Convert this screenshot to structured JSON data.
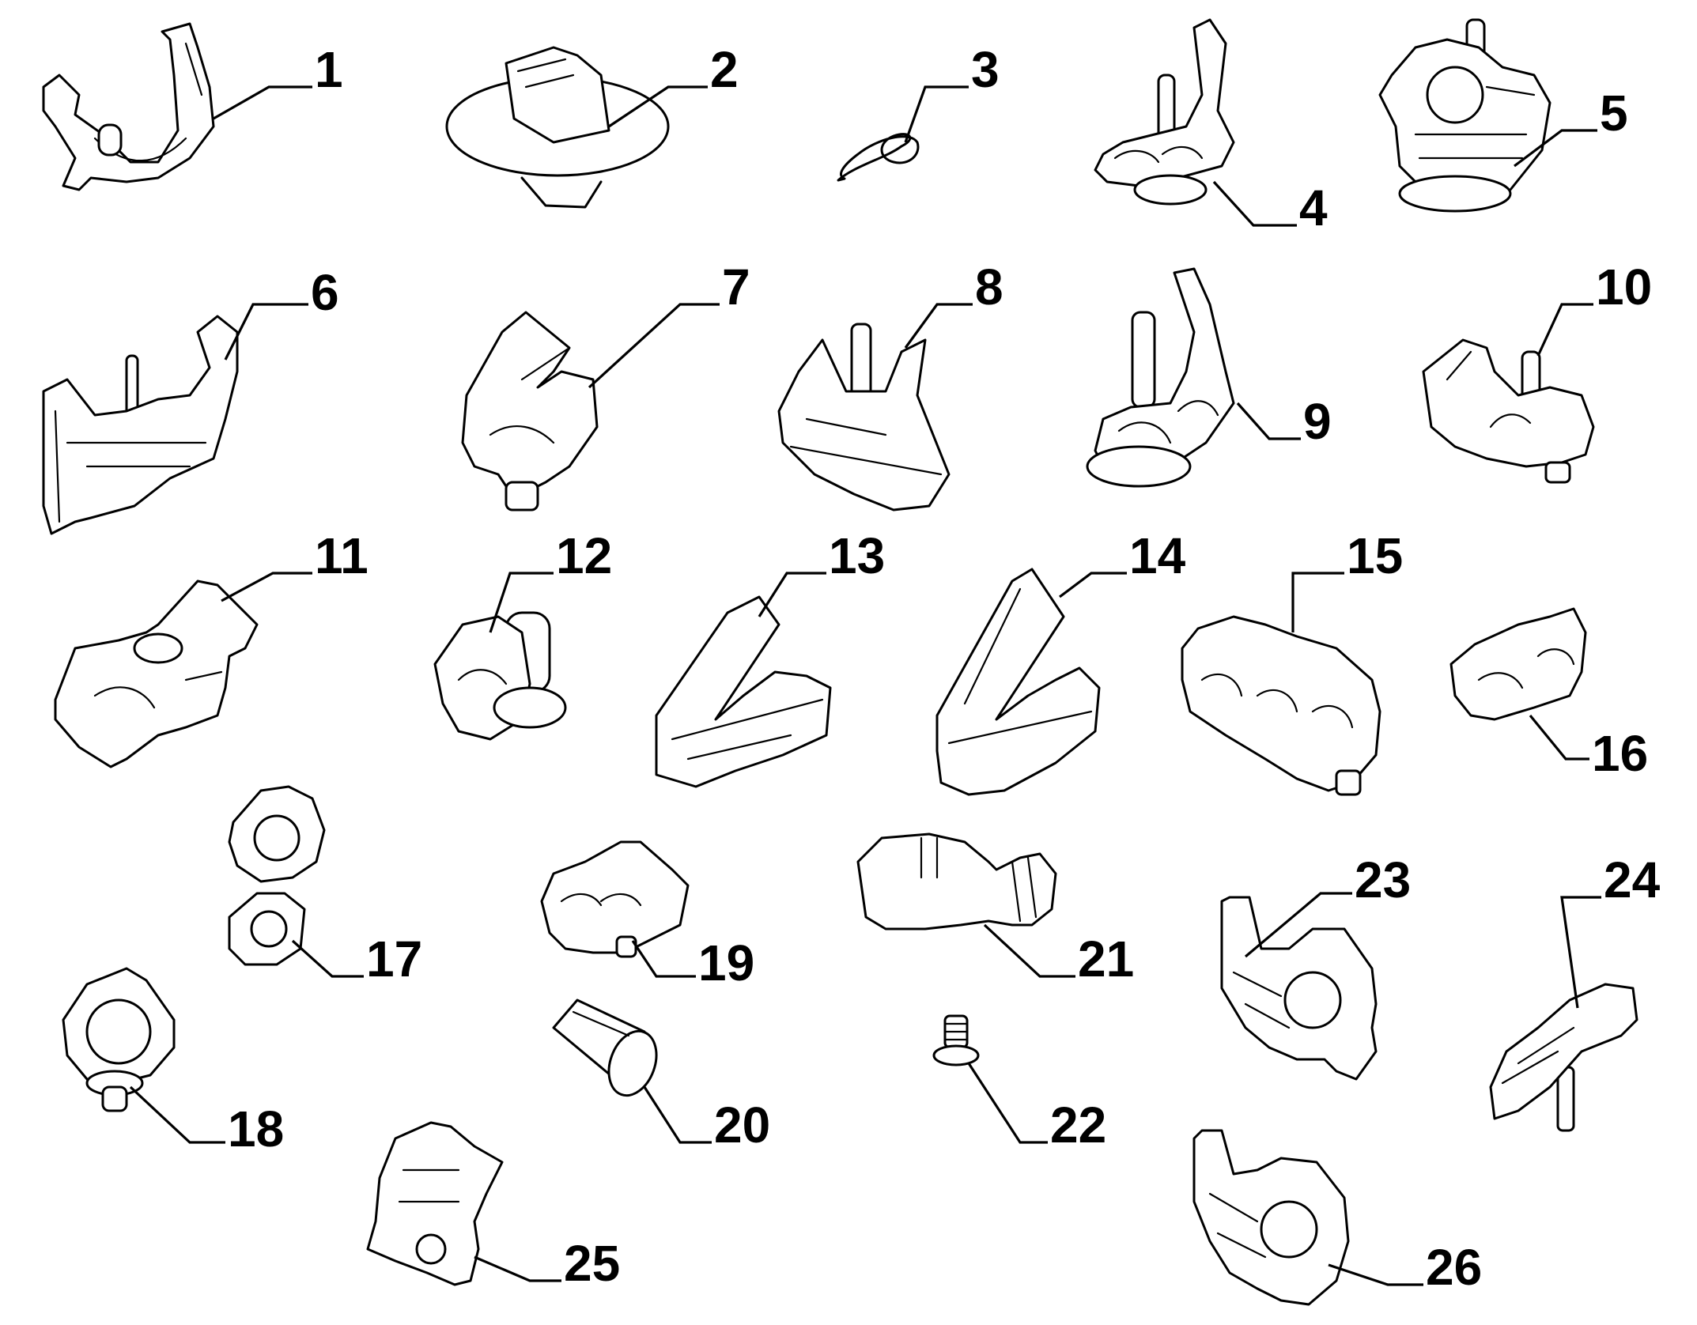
{
  "diagram": {
    "parts": [
      {
        "ref": "1"
      },
      {
        "ref": "2"
      },
      {
        "ref": "3"
      },
      {
        "ref": "4"
      },
      {
        "ref": "5"
      },
      {
        "ref": "6"
      },
      {
        "ref": "7"
      },
      {
        "ref": "8"
      },
      {
        "ref": "9"
      },
      {
        "ref": "10"
      },
      {
        "ref": "11"
      },
      {
        "ref": "12"
      },
      {
        "ref": "13"
      },
      {
        "ref": "14"
      },
      {
        "ref": "15"
      },
      {
        "ref": "16"
      },
      {
        "ref": "17"
      },
      {
        "ref": "18"
      },
      {
        "ref": "19"
      },
      {
        "ref": "20"
      },
      {
        "ref": "21"
      },
      {
        "ref": "22"
      },
      {
        "ref": "23"
      },
      {
        "ref": "24"
      },
      {
        "ref": "25"
      },
      {
        "ref": "26"
      }
    ]
  }
}
